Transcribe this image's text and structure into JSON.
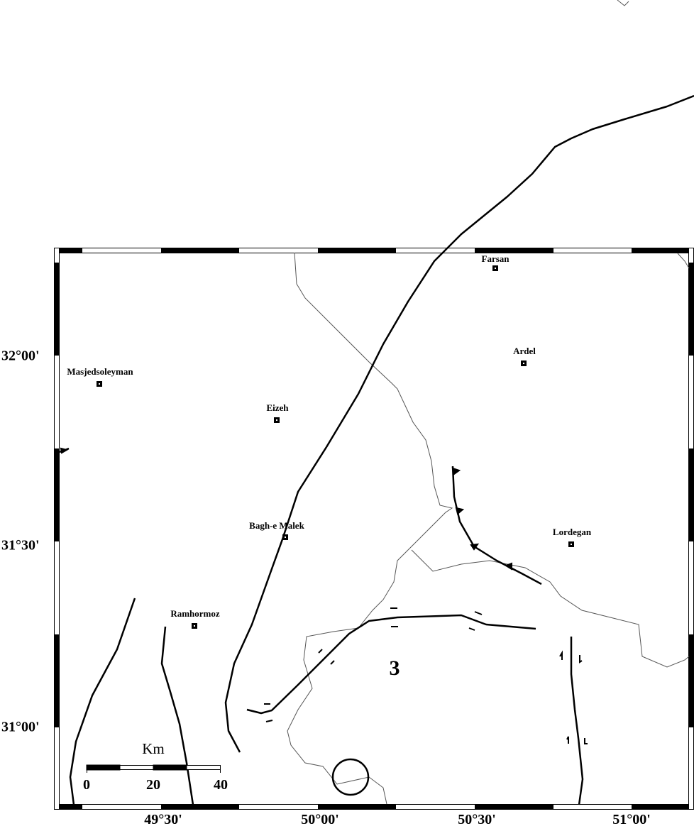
{
  "map": {
    "region_label": "3",
    "cities": [
      {
        "name": "Farsan"
      },
      {
        "name": "Ardel"
      },
      {
        "name": "Masjedsoleyman"
      },
      {
        "name": "Eizeh"
      },
      {
        "name": "Bagh-e Malek"
      },
      {
        "name": "Lordegan"
      },
      {
        "name": "Ramhormoz"
      }
    ],
    "longitude_labels": [
      "49°30'",
      "50°00'",
      "50°30'",
      "51°00'"
    ],
    "latitude_labels": [
      "32°00'",
      "31°30'",
      "31°00'"
    ],
    "scale_bar": {
      "unit": "Km",
      "ticks": [
        "0",
        "20",
        "40"
      ]
    }
  }
}
